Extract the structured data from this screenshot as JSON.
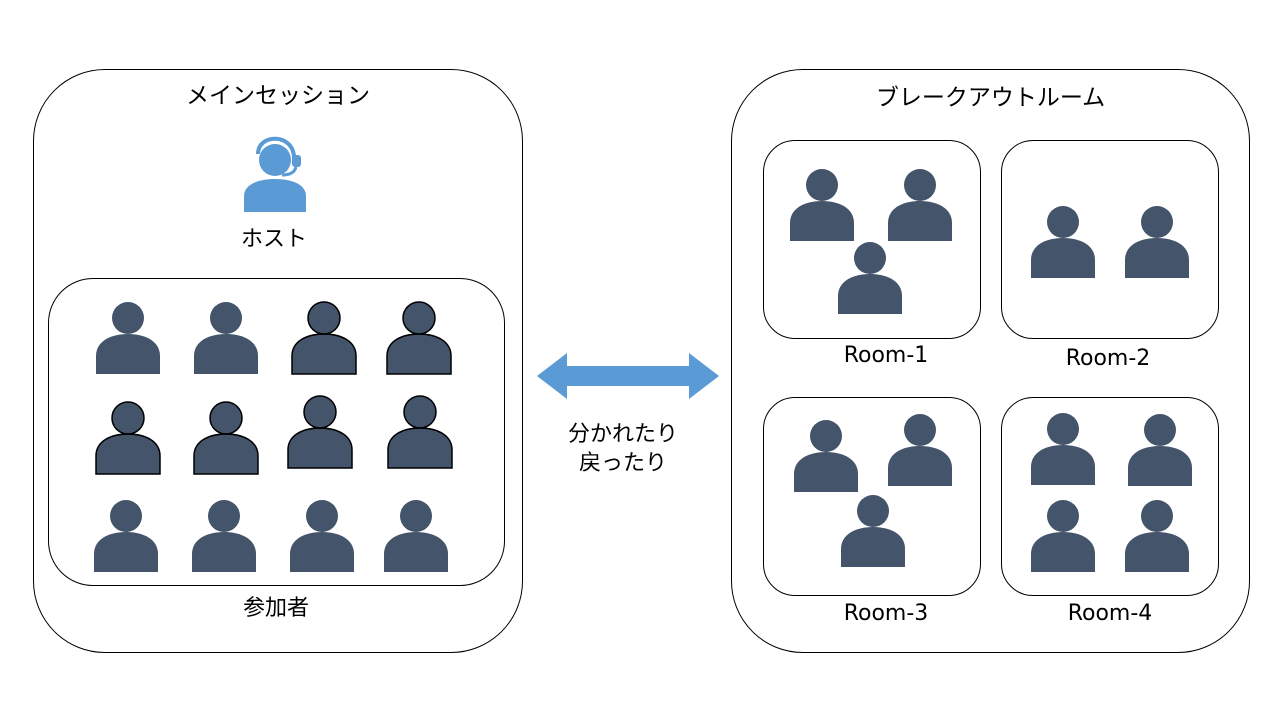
{
  "main_session": {
    "title": "メインセッション",
    "host_label": "ホスト",
    "participants_label": "参加者"
  },
  "arrow": {
    "caption_line1": "分かれたり",
    "caption_line2": "戻ったり"
  },
  "breakout": {
    "title": "ブレークアウトルーム",
    "rooms": [
      {
        "label": "Room-1",
        "people": 3
      },
      {
        "label": "Room-2",
        "people": 2
      },
      {
        "label": "Room-3",
        "people": 3
      },
      {
        "label": "Room-4",
        "people": 4
      }
    ]
  },
  "colors": {
    "person": "#44546a",
    "host": "#5b9bd5",
    "arrow": "#5b9bd5"
  },
  "icons": {
    "host": "headset-person-icon",
    "participant": "person-icon",
    "arrow": "double-arrow-icon"
  }
}
